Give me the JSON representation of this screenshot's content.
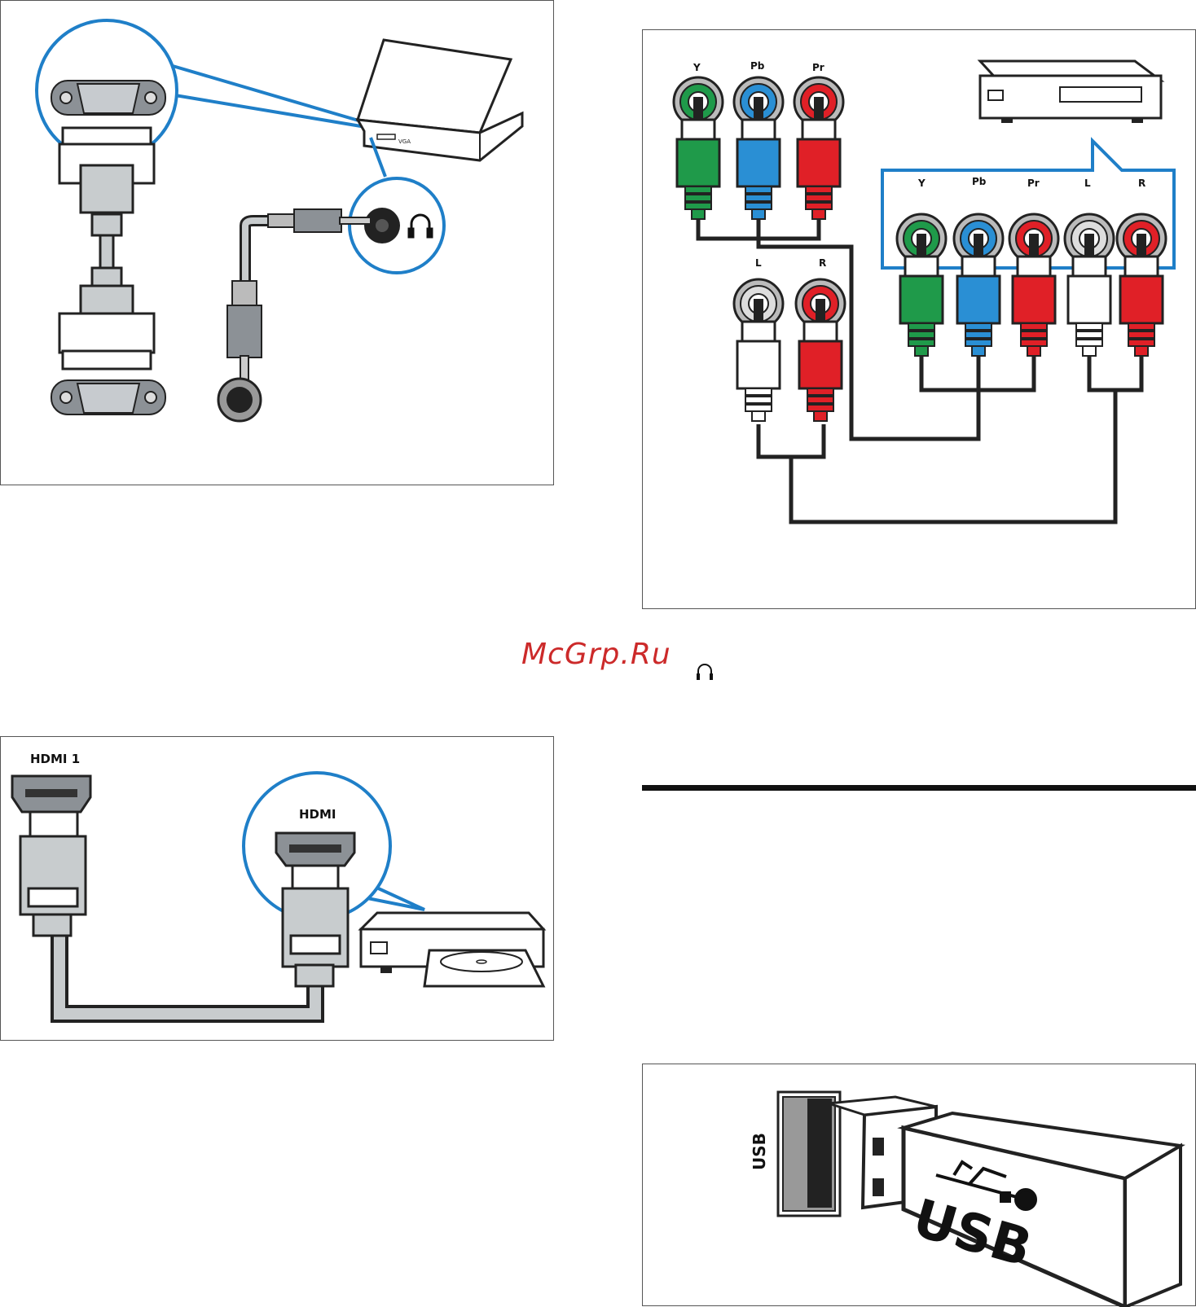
{
  "panel_vga": {
    "laptop_port_labels": [
      "VGA"
    ]
  },
  "panel_component": {
    "source_labels": [
      "Y",
      "Pb",
      "Pr"
    ],
    "audio_labels": [
      "L",
      "R"
    ],
    "tv_labels": [
      "Y",
      "Pb",
      "Pr",
      "L",
      "R"
    ]
  },
  "watermark": "McGrp.Ru",
  "panel_hdmi": {
    "tv_port_label": "HDMI 1",
    "device_port_label": "HDMI"
  },
  "panel_usb": {
    "port_label": "USB",
    "stick_label": "USB"
  },
  "colors": {
    "accent_blue": "#1f7fc8",
    "green": "#1f9a4a",
    "blue": "#2a8fd4",
    "red": "#e02027",
    "cable": "#222222",
    "light_gray": "#c8ccce"
  }
}
